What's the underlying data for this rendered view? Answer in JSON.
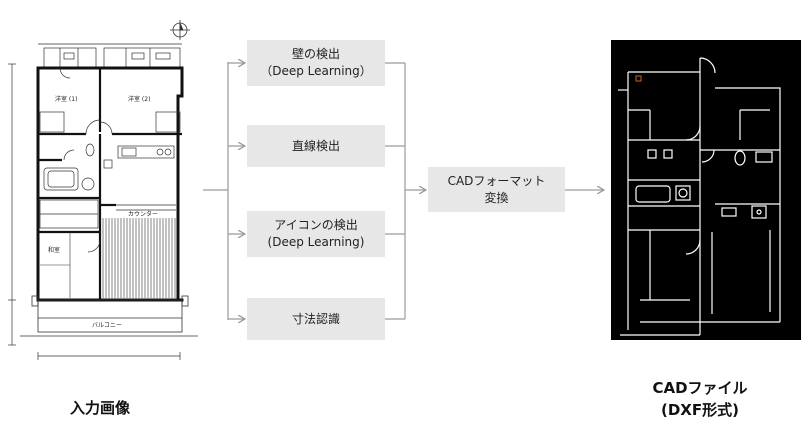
{
  "input": {
    "label": "入力画像"
  },
  "floorplan": {
    "labels": {
      "room1": "洋室 (1)",
      "room2": "洋室 (2)",
      "washitsu": "和室",
      "counter": "カウンター",
      "balcony": "バルコニー"
    }
  },
  "steps": {
    "wall": {
      "line1": "壁の検出",
      "line2": "（Deep Learning）"
    },
    "line": {
      "line1": "直線検出"
    },
    "icon": {
      "line1": "アイコンの検出",
      "line2": "(Deep Learning)"
    },
    "dimension": {
      "line1": "寸法認識"
    }
  },
  "convert": {
    "line1": "CADフォーマット",
    "line2": "変換"
  },
  "output": {
    "line1": "CADファイル",
    "line2": "(DXF形式)"
  },
  "colors": {
    "box_fill": "#e7e7e7",
    "arrow": "#9a9a9a",
    "cad_background": "#000000",
    "cad_line": "#ffffff",
    "cad_marker": "#c8642a"
  },
  "icons": {
    "compass": "compass-icon"
  }
}
